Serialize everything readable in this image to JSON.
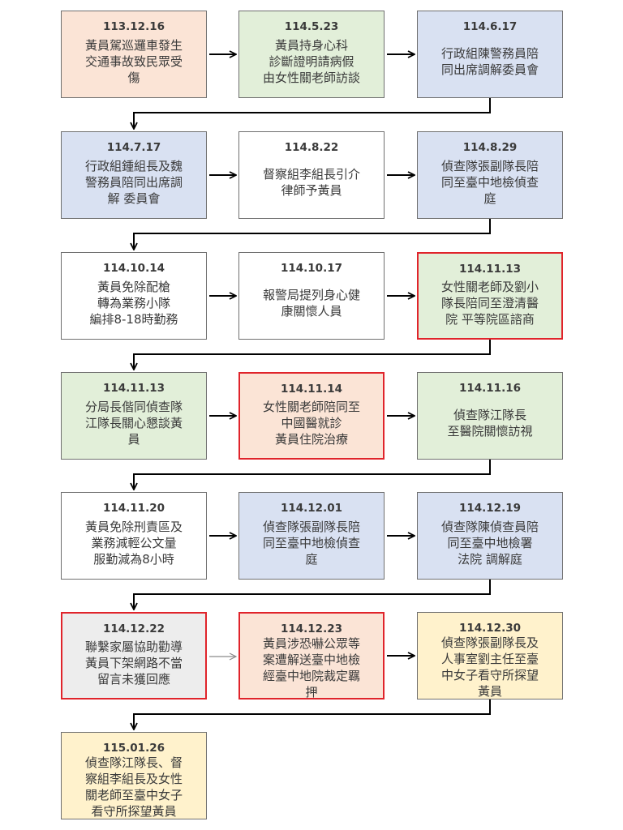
{
  "nodes": [
    {
      "date": "113.12.16",
      "text": "黃員駕巡邏車發生\n交通事故致民眾受\n傷",
      "fill": "salmon",
      "highlight": false
    },
    {
      "date": "114.5.23",
      "text": "黃員持身心科\n診斷證明請病假\n由女性關老師訪談",
      "fill": "green",
      "highlight": false
    },
    {
      "date": "114.6.17",
      "text": "行政組陳警務員陪\n同出席調解委員會",
      "fill": "blue",
      "highlight": false
    },
    {
      "date": "114.7.17",
      "text": "行政組鍾組長及魏\n警務員陪同出席調\n解  委員會",
      "fill": "blue",
      "highlight": false
    },
    {
      "date": "114.8.22",
      "text": "督察組李組長引介\n律師予黃員",
      "fill": "white",
      "highlight": false
    },
    {
      "date": "114.8.29",
      "text": "偵查隊張副隊長陪\n同至臺中地檢偵查\n庭",
      "fill": "blue",
      "highlight": false
    },
    {
      "date": "114.10.14",
      "text": "黃員免除配槍\n轉為業務小隊\n編排8-18時勤務",
      "fill": "white",
      "highlight": false
    },
    {
      "date": "114.10.17",
      "text": "報警局提列身心健\n康關懷人員",
      "fill": "white",
      "highlight": false
    },
    {
      "date": "114.11.13",
      "text": "女性關老師及劉小\n隊長陪同至澄清醫\n院  平等院區諮商",
      "fill": "green",
      "highlight": true
    },
    {
      "date": "114.11.13",
      "text": "分局長偕同偵查隊\n江隊長關心懇談黃\n員",
      "fill": "green",
      "highlight": false
    },
    {
      "date": "114.11.14",
      "text": "女性關老師陪同至\n中國醫就診\n黃員住院治療",
      "fill": "salmon",
      "highlight": true
    },
    {
      "date": "114.11.16",
      "text": "偵查隊江隊長\n至醫院關懷訪視",
      "fill": "green",
      "highlight": false
    },
    {
      "date": "114.11.20",
      "text": "黃員免除刑責區及\n業務減輕公文量\n服勤減為8小時",
      "fill": "white",
      "highlight": false
    },
    {
      "date": "114.12.01",
      "text": "偵查隊張副隊長陪\n同至臺中地檢偵查\n庭",
      "fill": "blue",
      "highlight": false
    },
    {
      "date": "114.12.19",
      "text": "偵查隊陳偵查員陪\n同至臺中地檢署\n法院  調解庭",
      "fill": "blue",
      "highlight": false
    },
    {
      "date": "114.12.22",
      "text": "聯繫家屬協助勸導\n黃員下架網路不當\n留言未獲回應",
      "fill": "gray",
      "highlight": true
    },
    {
      "date": "114.12.23",
      "text": "黃員涉恐嚇公眾等\n案遭解送臺中地檢\n經臺中地院裁定羈\n押",
      "fill": "salmon",
      "highlight": true
    },
    {
      "date": "114.12.30",
      "text": "偵查隊張副隊長及\n人事室劉主任至臺\n中女子看守所探望\n黃員",
      "fill": "yellow",
      "highlight": false
    },
    {
      "date": "115.01.26",
      "text": "偵查隊江隊長、督\n察組李組長及女性\n關老師至臺中女子\n看守所探望黃員",
      "fill": "yellow",
      "highlight": false
    }
  ],
  "colors": {
    "salmon": "#fbe4d6",
    "green": "#e2efd9",
    "blue": "#d9e1f2",
    "white": "#ffffff",
    "gray": "#ededed",
    "yellow": "#fff2cc",
    "highlight_border": "#e0242b",
    "border": "#6f6f6f",
    "arrow": "#000000"
  }
}
